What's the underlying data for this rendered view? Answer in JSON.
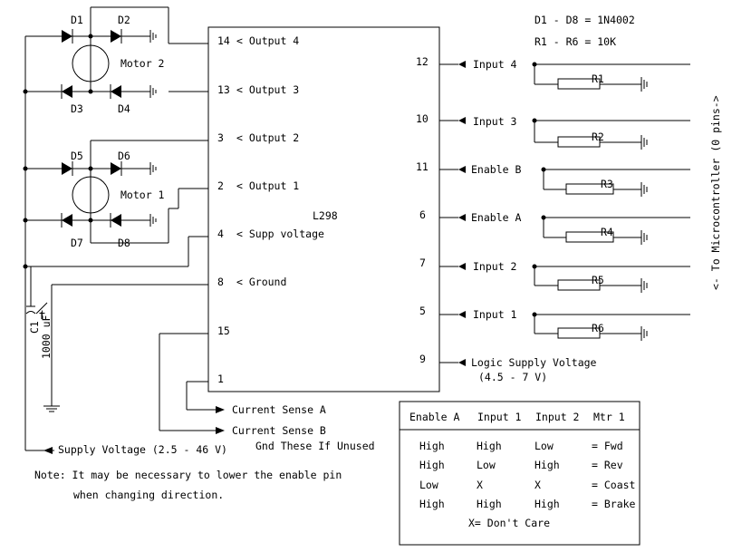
{
  "specs": {
    "diodes": "D1 - D8 = 1N4002",
    "resistors": "R1 - R6 = 10K"
  },
  "ic_label": "L298",
  "left_pins": [
    {
      "num": "14",
      "label": "< Output 4"
    },
    {
      "num": "13",
      "label": "< Output 3"
    },
    {
      "num": "3",
      "label": "< Output 2"
    },
    {
      "num": "2",
      "label": "< Output 1"
    },
    {
      "num": "4",
      "label": "< Supp voltage"
    },
    {
      "num": "8",
      "label": "< Ground"
    },
    {
      "num": "15",
      "label": ""
    },
    {
      "num": "1",
      "label": ""
    }
  ],
  "right_pins": [
    {
      "num": "12",
      "label": "Input 4",
      "resistor": "R1"
    },
    {
      "num": "10",
      "label": "Input 3",
      "resistor": "R2"
    },
    {
      "num": "11",
      "label": "Enable B",
      "resistor": "R3"
    },
    {
      "num": "6",
      "label": "Enable A",
      "resistor": "R4"
    },
    {
      "num": "7",
      "label": "Input 2",
      "resistor": "R5"
    },
    {
      "num": "5",
      "label": "Input 1",
      "resistor": "R6"
    }
  ],
  "logic_pin": {
    "num": "9",
    "label": "Logic Supply Voltage",
    "range": "(4.5 - 7 V)"
  },
  "motors": [
    "Motor 2",
    "Motor 1"
  ],
  "diode_labels": [
    "D1",
    "D2",
    "D3",
    "D4",
    "D5",
    "D6",
    "D7",
    "D8"
  ],
  "capacitor": {
    "name": "C1",
    "value": "1000 uF",
    "polarity": "+"
  },
  "current_sense": [
    "Current Sense A",
    "Current Sense B",
    "Gnd These If Unused"
  ],
  "supply_label": "Supply Voltage (2.5 - 46 V)",
  "microcontroller_label": "<- To Microcontroller (0 pins->",
  "note": [
    "Note: It may be necessary to lower the enable pin",
    "when changing direction."
  ],
  "truth_table": {
    "headers": [
      "Enable A",
      "Input 1",
      "Input 2",
      "Mtr 1"
    ],
    "rows": [
      [
        "High",
        "High",
        "Low",
        "= Fwd"
      ],
      [
        "High",
        "Low",
        "High",
        "= Rev"
      ],
      [
        "Low",
        "X",
        "X",
        "= Coast"
      ],
      [
        "High",
        "High",
        "High",
        "= Brake"
      ]
    ],
    "footer": "X= Don't Care"
  }
}
